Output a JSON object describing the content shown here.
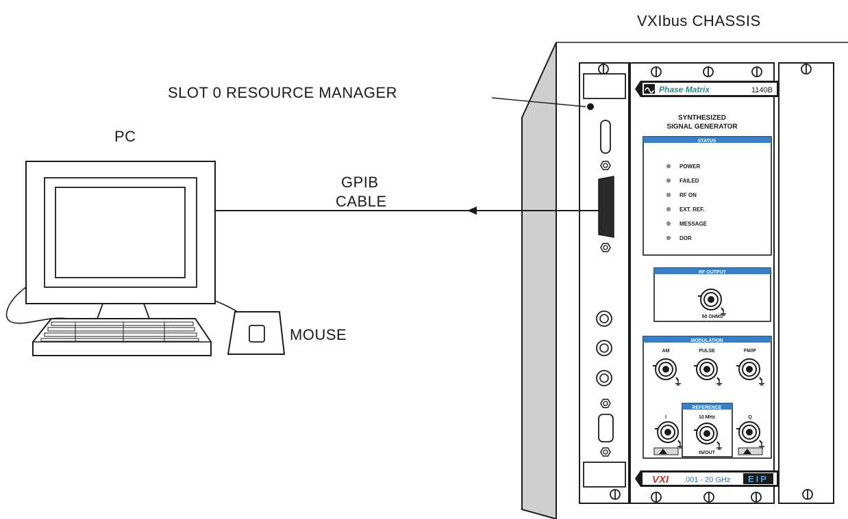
{
  "labels": {
    "chassis": "VXIbus  CHASSIS",
    "slot0": "SLOT 0  RESOURCE MANAGER",
    "pc": "PC",
    "cable_line1": "GPIB",
    "cable_line2": "CABLE",
    "mouse": "MOUSE"
  },
  "module": {
    "brand": "Phase Matrix",
    "model": "1140B",
    "title_line1": "SYNTHESIZED",
    "title_line2": "SIGNAL GENERATOR",
    "footer_logo": "VXI",
    "footer_range": ".001 - 20 GHz",
    "footer_badge": "EIP"
  },
  "status": {
    "header": "STATUS",
    "items": [
      "POWER",
      "FAILED",
      "RF ON",
      "EXT. REF.",
      "MESSAGE",
      "DOR"
    ]
  },
  "rf_output": {
    "header": "RF OUTPUT",
    "impedance": "50 OHMS"
  },
  "modulation": {
    "header": "MODULATION",
    "am": "AM",
    "pulse": "PULSE",
    "fmif": "FM/IF",
    "i": "I",
    "q": "Q"
  },
  "reference": {
    "header": "REFERENCE",
    "freq": "10 MHz",
    "io": "IN/OUT"
  },
  "colors": {
    "ink": "#1a1a1a",
    "accent_blue": "#3a7fc6",
    "side_gray": "#cfcfcf",
    "footer_red": "#c0392b",
    "footer_blue": "#2e6fb5"
  }
}
